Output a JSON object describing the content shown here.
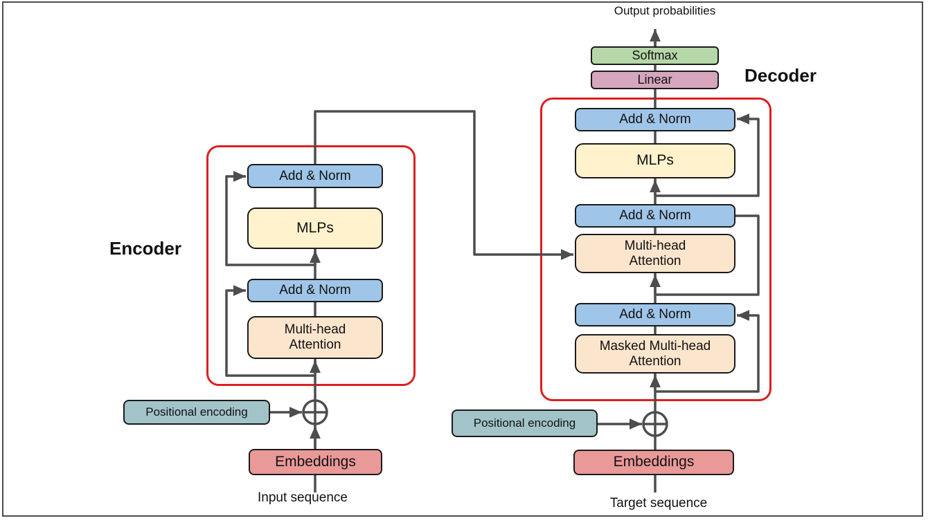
{
  "page": {
    "output_probabilities": "Output probabilities"
  },
  "encoder": {
    "title": "Encoder",
    "blocks": {
      "add_norm_top": "Add & Norm",
      "mlps": "MLPs",
      "add_norm_bottom": "Add & Norm",
      "multi_head_attention": "Multi-head Attention"
    },
    "positional_encoding": "Positional encoding",
    "embeddings": "Embeddings",
    "input_label": "Input sequence"
  },
  "decoder": {
    "title": "Decoder",
    "softmax": "Softmax",
    "linear": "Linear",
    "blocks": {
      "add_norm_top": "Add & Norm",
      "mlps": "MLPs",
      "add_norm_middle": "Add & Norm",
      "multi_head_attention": "Multi-head Attention",
      "add_norm_bottom": "Add & Norm",
      "masked_multi_head_attention": "Masked Multi-head Attention"
    },
    "positional_encoding": "Positional encoding",
    "embeddings": "Embeddings",
    "input_label": "Target sequence"
  },
  "colors": {
    "add_norm_fill": "#9fc5e8",
    "mlp_fill": "#fff2cc",
    "attention_fill": "#fce5cd",
    "softmax_fill": "#b6d7a8",
    "linear_fill": "#d5a6bd",
    "positional_encoding_fill": "#a2c4c9",
    "embeddings_fill": "#ea9999",
    "region_outline": "#dc1f1f",
    "connector": "#4d4d4d",
    "box_border": "#1a1a1a"
  }
}
